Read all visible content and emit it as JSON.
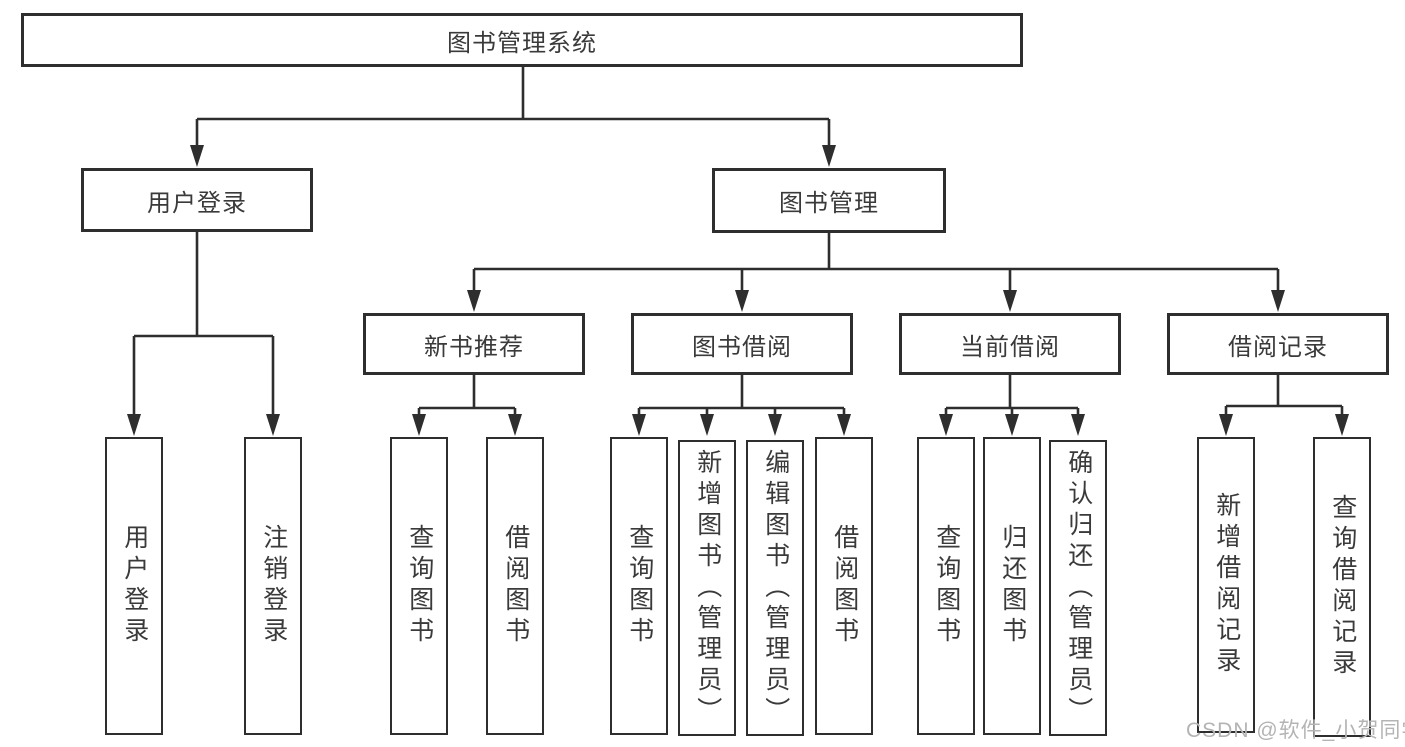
{
  "diagram_type": "functional-structure-tree",
  "colors": {
    "line": "#2e2e2e",
    "box_border": "#2e2e2e",
    "text": "#3a3a3a",
    "background": "#ffffff",
    "watermark": "#b4b4b4"
  },
  "tree": {
    "label": "图书管理系统",
    "children": [
      {
        "label": "用户登录",
        "children": [
          {
            "label": "用户登录"
          },
          {
            "label": "注销登录"
          }
        ]
      },
      {
        "label": "图书管理",
        "children": [
          {
            "label": "新书推荐",
            "children": [
              {
                "label": "查询图书"
              },
              {
                "label": "借阅图书"
              }
            ]
          },
          {
            "label": "图书借阅",
            "children": [
              {
                "label": "查询图书"
              },
              {
                "label": "新增图书（管理员）"
              },
              {
                "label": "编辑图书（管理员）"
              },
              {
                "label": "借阅图书"
              }
            ]
          },
          {
            "label": "当前借阅",
            "children": [
              {
                "label": "查询图书"
              },
              {
                "label": "归还图书"
              },
              {
                "label": "确认归还（管理员）"
              }
            ]
          },
          {
            "label": "借阅记录",
            "children": [
              {
                "label": "新增借阅记录"
              },
              {
                "label": "查询借阅记录"
              }
            ]
          }
        ]
      }
    ]
  },
  "watermark": {
    "text": "CSDN @软件_小贺同学"
  }
}
